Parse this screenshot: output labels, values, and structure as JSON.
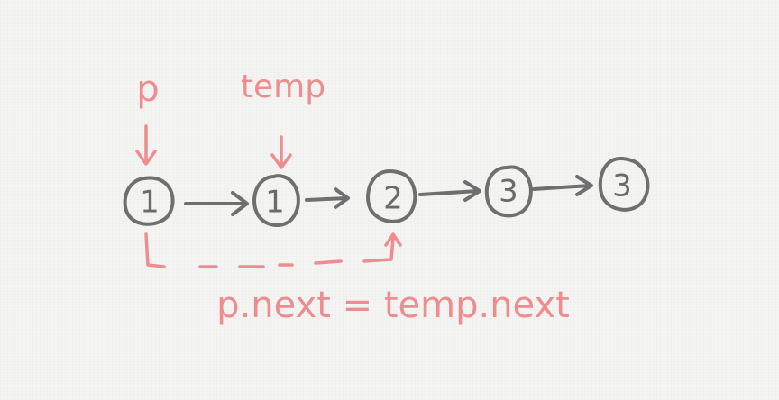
{
  "labels": {
    "pointer_p": "p",
    "pointer_temp": "temp",
    "formula": "p.next = temp.next"
  },
  "nodes": [
    {
      "value": "1"
    },
    {
      "value": "1"
    },
    {
      "value": "2"
    },
    {
      "value": "3"
    },
    {
      "value": "3"
    }
  ],
  "colors": {
    "node_ink": "#6f6f6f",
    "annotation_ink": "#ee8d8f",
    "background": "#f4f4f2"
  }
}
